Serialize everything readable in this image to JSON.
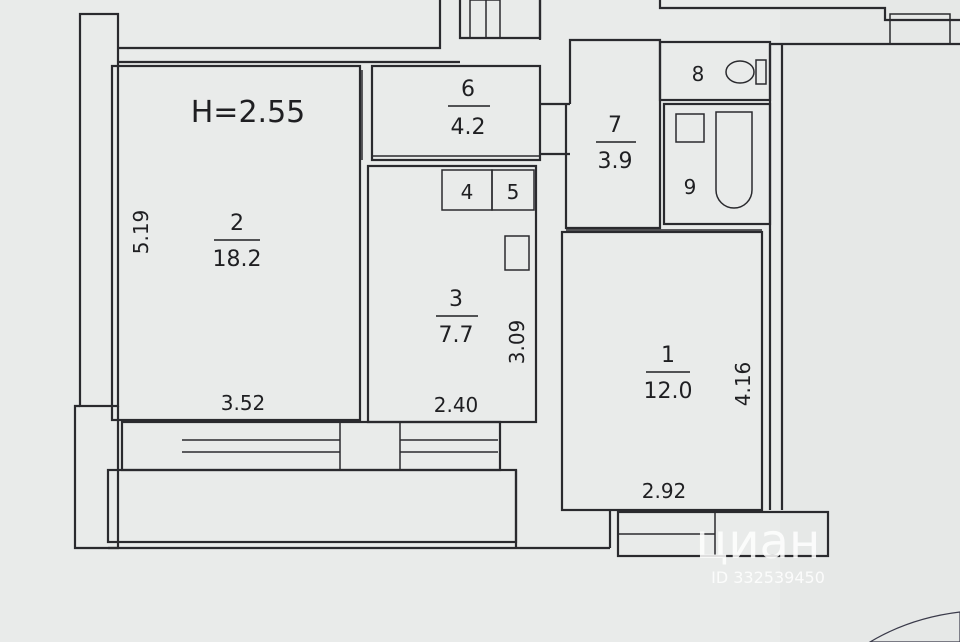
{
  "plan": {
    "height_note": "H=2.55",
    "rooms": [
      {
        "num": "1",
        "area": "12.0"
      },
      {
        "num": "2",
        "area": "18.2"
      },
      {
        "num": "3",
        "area": "7.7"
      },
      {
        "num": "6",
        "area": "4.2"
      },
      {
        "num": "7",
        "area": "3.9"
      }
    ],
    "small_rooms": [
      "4",
      "5",
      "8",
      "9"
    ],
    "dimensions": {
      "room2_height": "5.19",
      "room2_width": "3.52",
      "room3_width": "2.40",
      "room3_height": "3.09",
      "room1_height": "4.16",
      "room1_width": "2.92"
    }
  },
  "watermark": {
    "brand": "циан",
    "listing_id": "ID 332539450"
  },
  "colors": {
    "paper": "#e9ebea",
    "line": "#2a2a2e",
    "watermark": "#ffffff"
  }
}
